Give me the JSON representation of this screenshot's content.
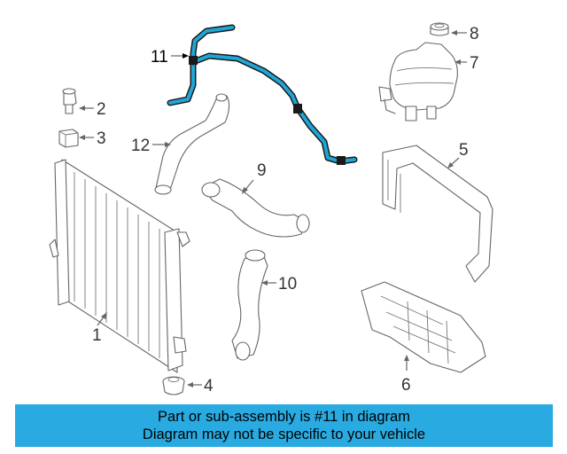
{
  "callouts": {
    "c1": "1",
    "c2": "2",
    "c3": "3",
    "c4": "4",
    "c5": "5",
    "c6": "6",
    "c7": "7",
    "c8": "8",
    "c9": "9",
    "c10": "10",
    "c11": "11",
    "c12": "12"
  },
  "highlight_part": "11",
  "colors": {
    "highlight": "#1ea6d8",
    "banner": "#29abe2",
    "line": "#666666"
  },
  "banner": {
    "line1": "Part or sub-assembly is #11 in diagram",
    "line2": "Diagram may not be specific to your vehicle"
  }
}
